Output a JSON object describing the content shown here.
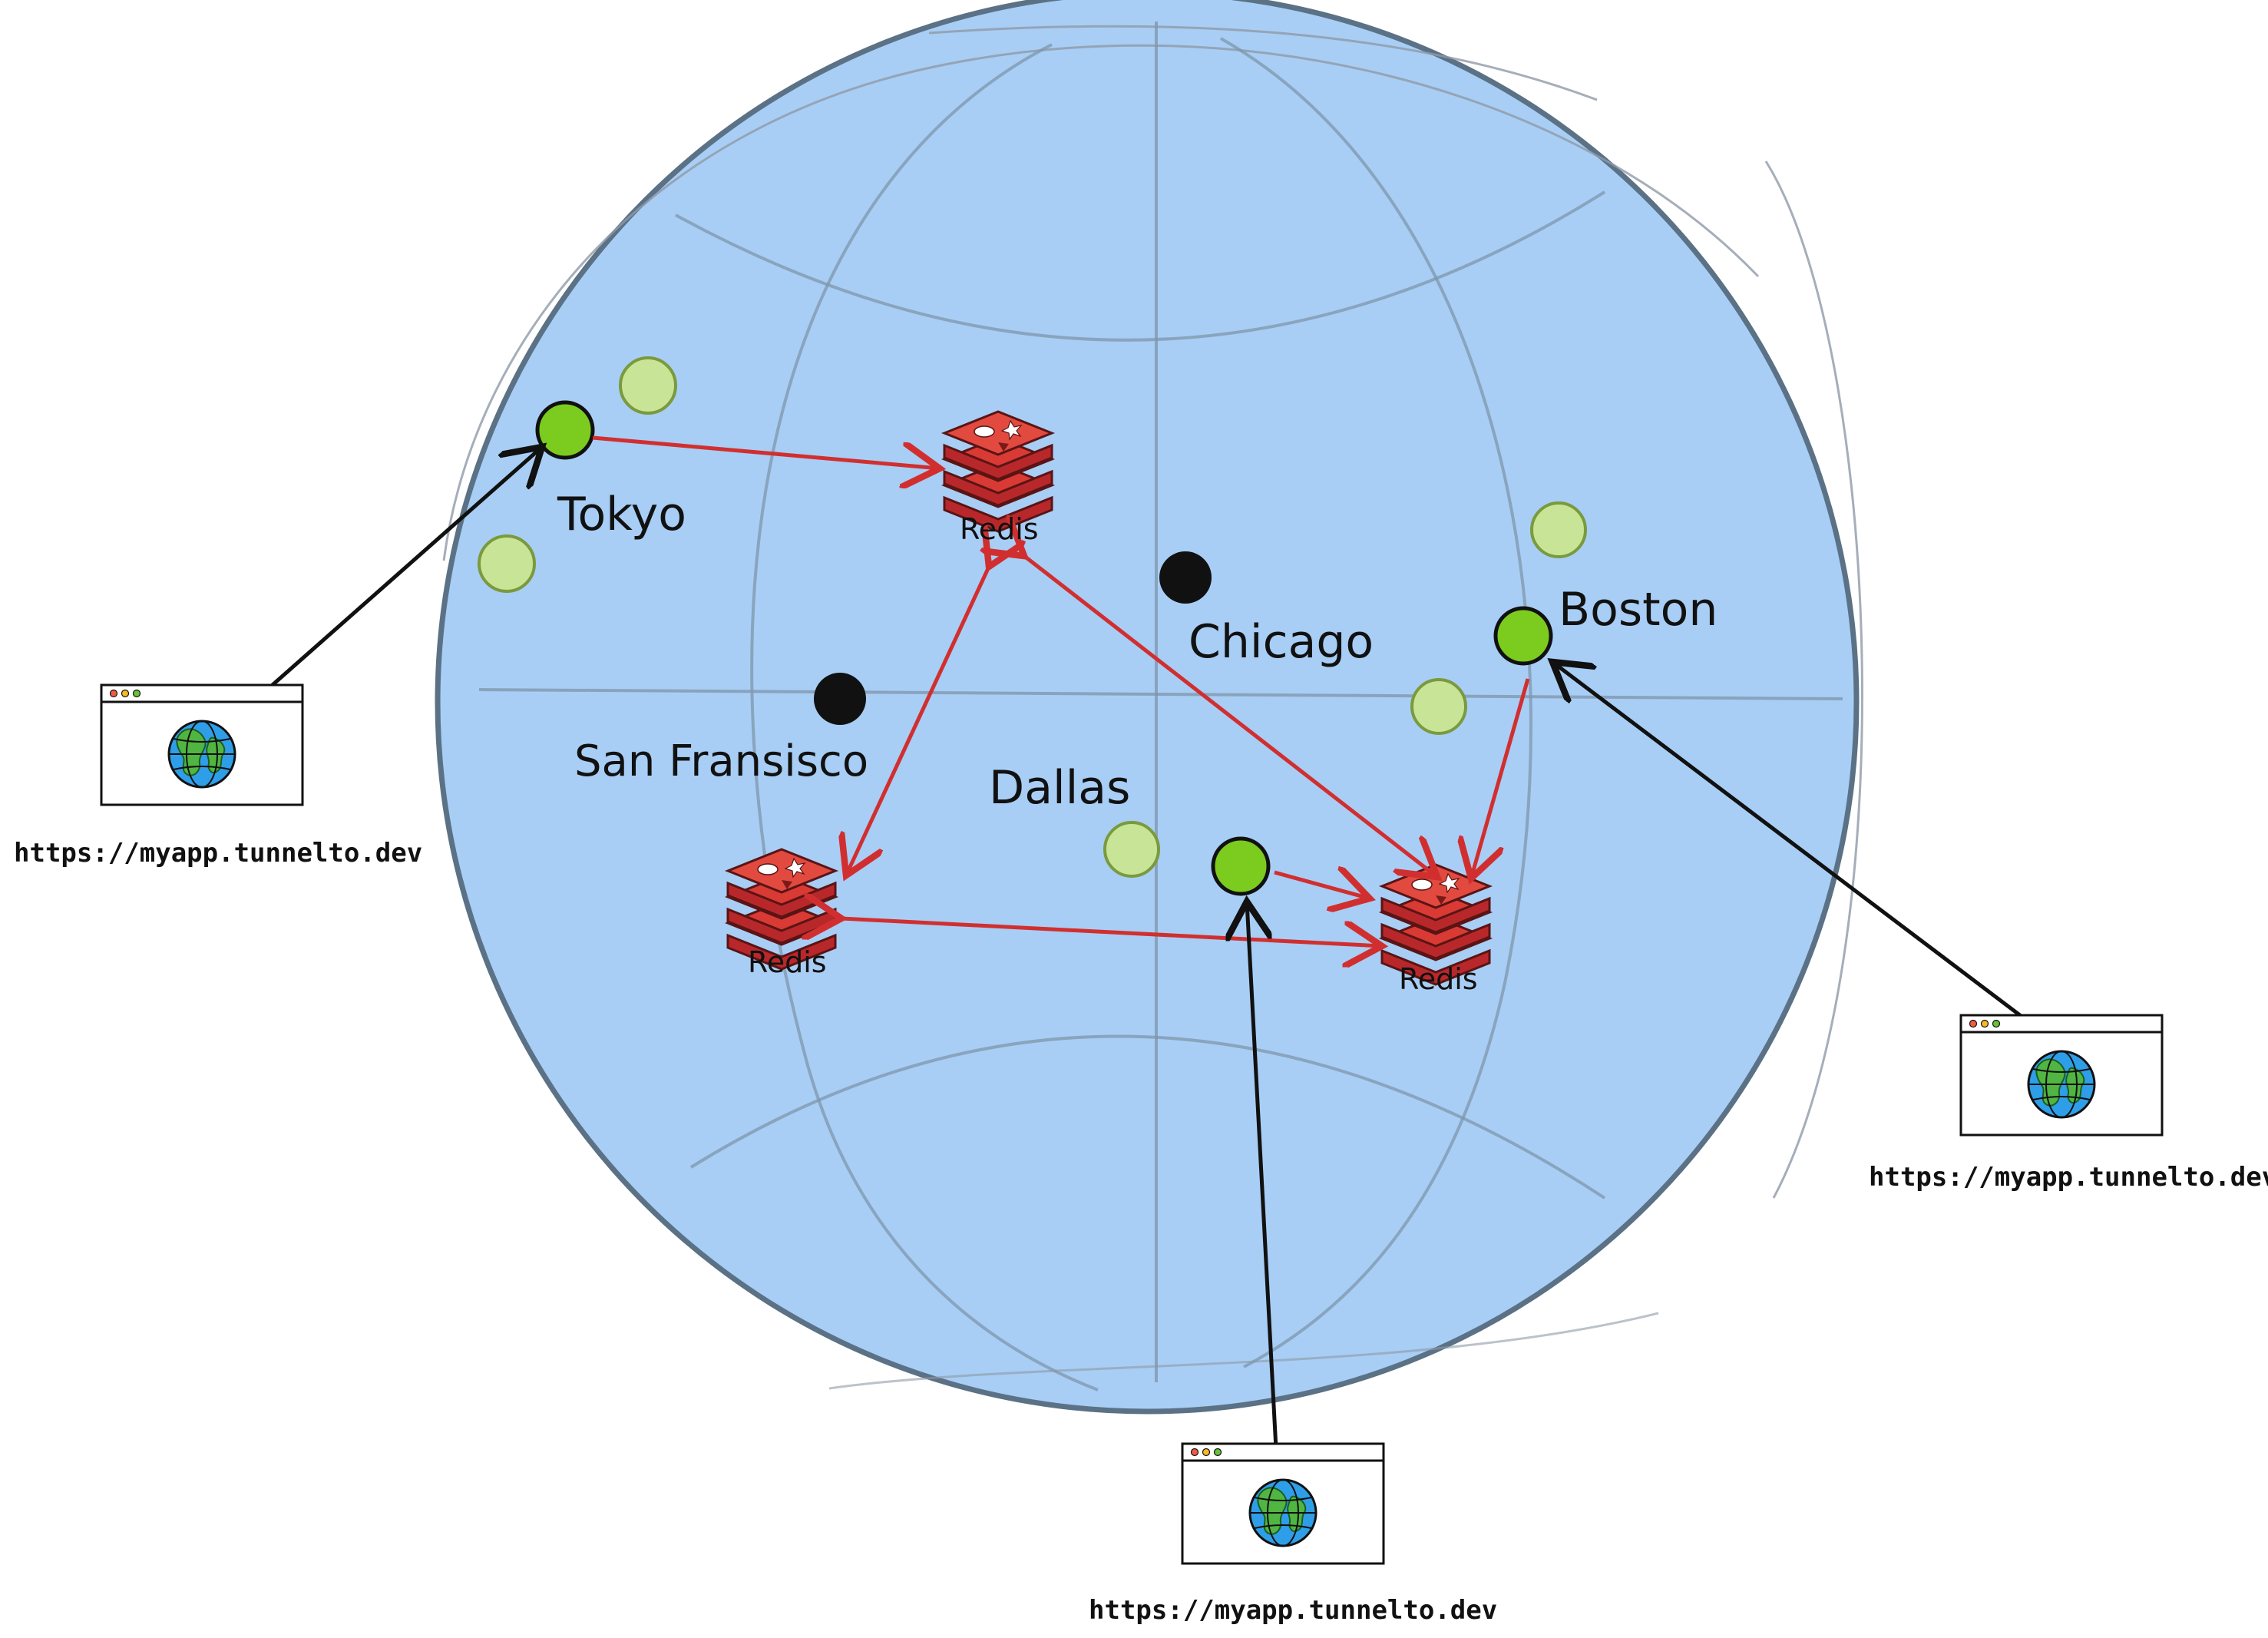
{
  "cities": {
    "tokyo": "Tokyo",
    "chicago": "Chicago",
    "boston": "Boston",
    "san_francisco": "San Fransisco",
    "dallas": "Dallas"
  },
  "redis": {
    "top": "Redis",
    "left": "Redis",
    "right": "Redis"
  },
  "clients": {
    "left_url": "https://myapp.tunnelto.dev",
    "right_url": "https://myapp.tunnelto.dev",
    "bottom_url": "https://myapp.tunnelto.dev"
  },
  "colors": {
    "globe_fill": "#a8cef5",
    "globe_stroke": "#5b7185",
    "active_node": "#7ccb1f",
    "inactive_node": "#c8e597",
    "black_node": "#111111",
    "replication_arrow": "#d12f2f",
    "client_arrow": "#111111",
    "redis_red": "#d93a34"
  },
  "icons": {
    "redis": "redis-stack-icon",
    "browser": "browser-window-icon",
    "globe": "globe-icon"
  }
}
